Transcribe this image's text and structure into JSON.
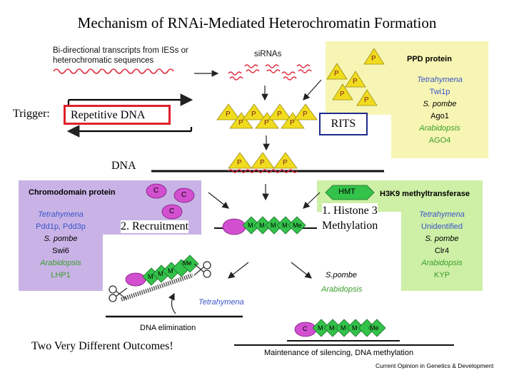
{
  "title": "Mechanism of RNAi-Mediated Heterochromatin Formation",
  "transcripts_label_1": "Bi-directional transcripts from IESs or",
  "transcripts_label_2": "heterochromatic sequences",
  "sirnas_label": "siRNAs",
  "trigger_label": "Trigger:",
  "trigger_box_text": "Repetitive DNA",
  "rits_label": "RITS",
  "dna_label": "DNA",
  "ppd": {
    "title": "PPD protein",
    "rows": [
      {
        "text": "Tetrahymena",
        "style": "blue"
      },
      {
        "text": "Twi1p",
        "style": "blueplain"
      },
      {
        "text": "S. pombe",
        "style": "blackit"
      },
      {
        "text": "Ago1",
        "style": "black"
      },
      {
        "text": "Arabidopsis",
        "style": "green"
      },
      {
        "text": "AGO4",
        "style": "greenplain"
      }
    ]
  },
  "chromo": {
    "title": "Chromodomain protein",
    "rows": [
      {
        "text": "Tetrahymena",
        "style": "blue"
      },
      {
        "text": "Pdd1p, Pdd3p",
        "style": "blueplain"
      },
      {
        "text": "S. pombe",
        "style": "blackit"
      },
      {
        "text": "Swi6",
        "style": "black"
      },
      {
        "text": "Arabidopsis",
        "style": "green"
      },
      {
        "text": "LHP1",
        "style": "greenplain"
      }
    ]
  },
  "hmt": {
    "badge": "HMT",
    "title": "H3K9 methyltransferase",
    "rows": [
      {
        "text": "Tetrahymena",
        "style": "blue"
      },
      {
        "text": "Unidentified",
        "style": "blueplain"
      },
      {
        "text": "S. pombe",
        "style": "blackit"
      },
      {
        "text": "Clr4",
        "style": "black"
      },
      {
        "text": "Arabidopsis",
        "style": "green"
      },
      {
        "text": "KYP",
        "style": "greenplain"
      }
    ]
  },
  "recruitment_label": "2. Recruitment",
  "histone_label_1": "1. Histone 3",
  "histone_label_2": "Methylation",
  "spombe_label": "S.pombe",
  "arabidopsis_label": "Arabidopsis",
  "tetrahymena_label": "Tetrahymena",
  "dna_elimination_label": "DNA elimination",
  "outcomes_label": "Two Very Different Outcomes!",
  "maintenance_label": "Maintenance of silencing, DNA methylation",
  "source_label": "Current Opinion in Genetics & Development",
  "glyphs": {
    "p": "P",
    "c": "C",
    "me": "Me",
    "m": "M"
  },
  "colors": {
    "ppd_box": "#f7f5b3",
    "chromo_box": "#c9b3e6",
    "hmt_box": "#cdefa6",
    "rna": "#e0293a",
    "p_triangle": "#f0dc1e",
    "me_diamond": "#33c24a",
    "chromo_circle": "#d24fd0",
    "trigger_border": "#e0202a",
    "rits_border": "#1e2a8c",
    "species_blue": "#3a55c8",
    "species_green": "#3a9d2c"
  }
}
